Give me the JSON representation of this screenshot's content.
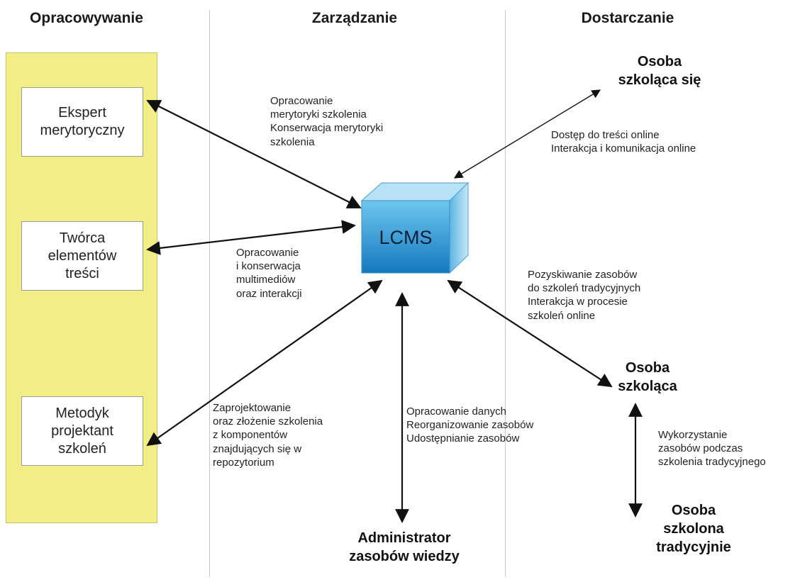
{
  "columns": {
    "left": "Opracowywanie",
    "middle": "Zarządzanie",
    "right": "Dostarczanie"
  },
  "actors": {
    "ekspert": "Ekspert\nmerytoryczny",
    "tworca": "Twórca\nelementów\ntreści",
    "metodyk": "Metodyk\nprojektant\nszkoleń"
  },
  "center": {
    "label": "LCMS"
  },
  "notes": {
    "ekspert": "Opracowanie\nmerytoryki szkolenia\nKonserwacja merytoryki\nszkolenia",
    "tworca": "Opracowanie\ni konserwacja\nmultimediów\noraz interakcji",
    "metodyk": "Zaprojektowanie\noraz złożenie szkolenia\nz komponentów\nznajdujących się w\nrepozytorium",
    "admin": "Opracowanie danych\nReorganizowanie zasobów\nUdostępnianie zasobów",
    "learner": "Dostęp do treści online\nInterakcja i komunikacja online",
    "trainer": "Pozyskiwanie zasobów\ndo szkoleń tradycyjnych\nInterakcja w procesie\nszkoleń online",
    "traditional": "Wykorzystanie\nzasobów podczas\nszkolenia tradycyjnego"
  },
  "roles": {
    "learner": "Osoba\nszkoląca się",
    "trainer": "Osoba\nszkoląca",
    "traditional": "Osoba\nszkolona\ntradycyjnie",
    "admin": "Administrator\nzasobów wiedzy"
  },
  "colors": {
    "panel": "#f2ee85",
    "cube_front": "#1f9ad6",
    "cube_top": "#8fd0ef",
    "cube_side": "#2a7fb8"
  }
}
